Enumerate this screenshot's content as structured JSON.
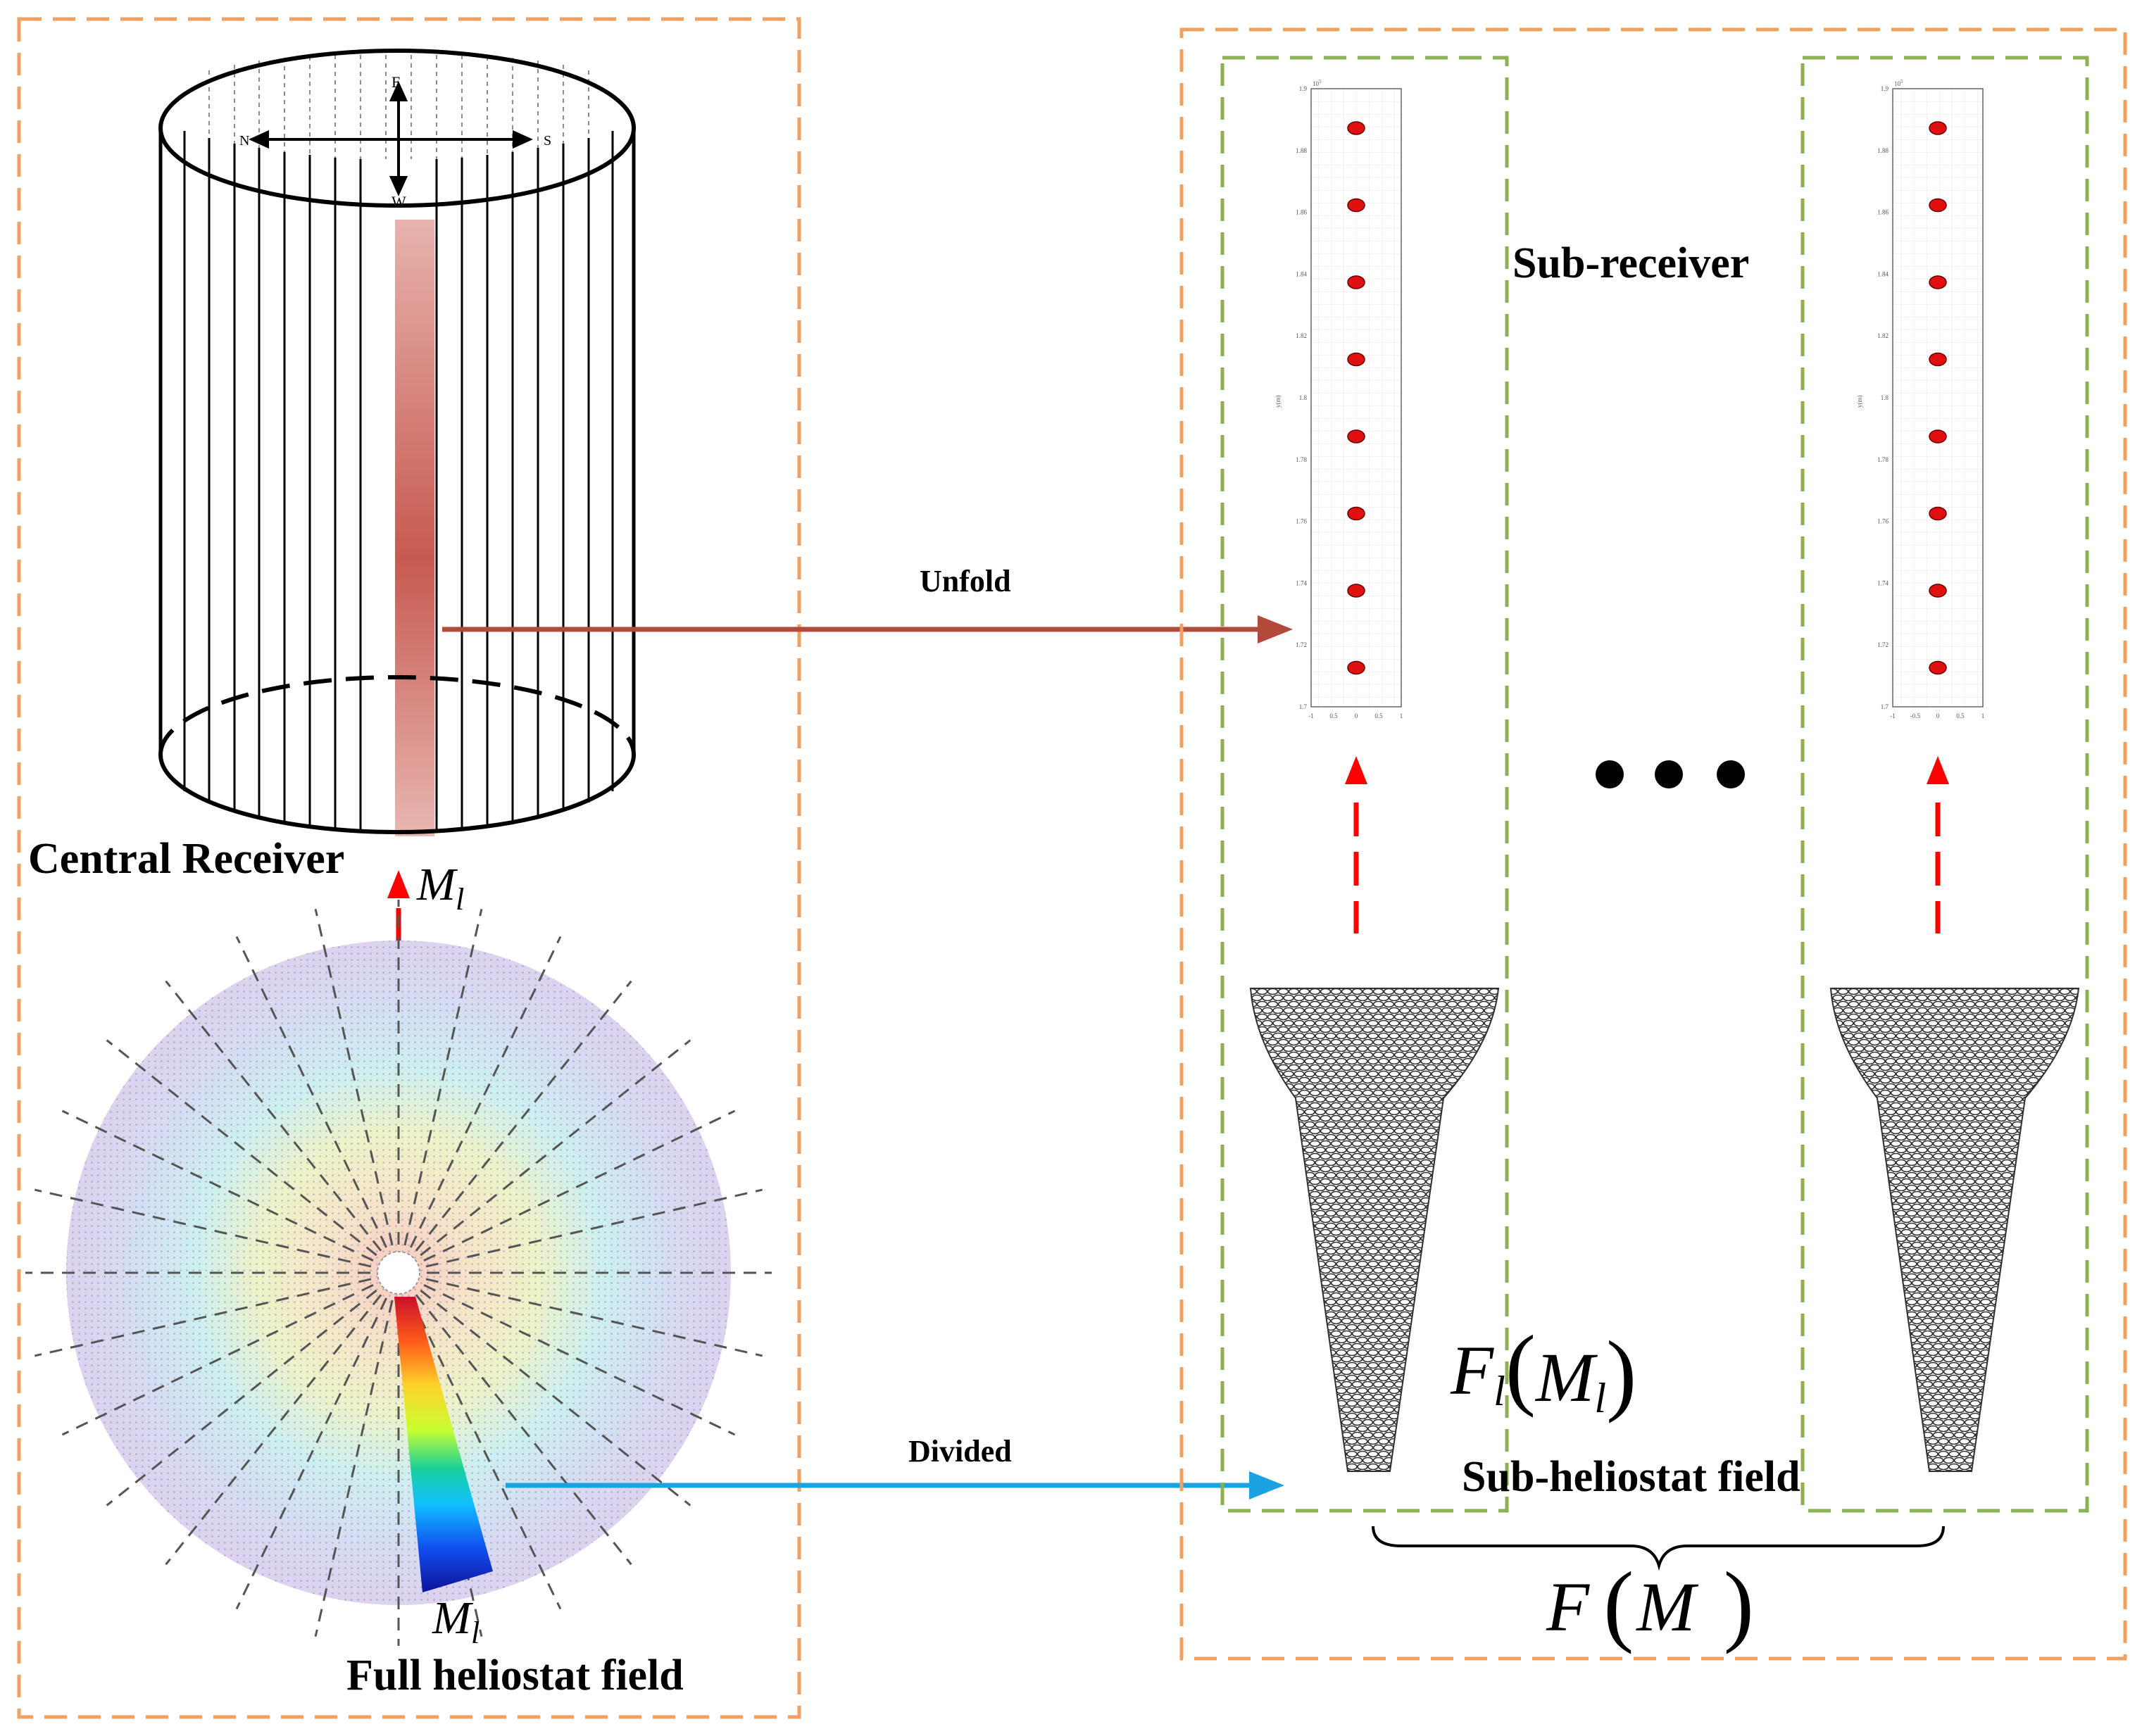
{
  "labels": {
    "central_receiver": "Central Receiver",
    "full_field": "Full heliostat field",
    "sub_receiver": "Sub-receiver",
    "sub_field": "Sub-heliostat field",
    "unfold": "Unfold",
    "divided": "Divided"
  },
  "compass": {
    "n": "N",
    "s": "S",
    "e": "E",
    "w": "W"
  },
  "math": {
    "m_l": "M",
    "sub_l": "l",
    "fl_f": "F",
    "fm_f": "F",
    "fm_m": "M"
  },
  "plot": {
    "exponent": "10",
    "exp_power": "5",
    "ylabel": "y(m)",
    "yticks": [
      "1.9",
      "1.88",
      "1.86",
      "1.84",
      "1.82",
      "1.8",
      "1.78",
      "1.76",
      "1.74",
      "1.72",
      "1.7"
    ],
    "xticks_left": [
      "-1",
      "0.5",
      "0",
      "0.5",
      "1"
    ],
    "xticks_right": [
      "-1",
      "-0.5",
      "0",
      "0.5",
      "1"
    ]
  },
  "colors": {
    "orange_dash": "#f0a060",
    "green_dash": "#8db050",
    "unfold_arrow": "#b24a3a",
    "divided_arrow": "#1aa3e0",
    "red_dash": "#ff0000",
    "dot": "#e01010",
    "strip": "#c65a50"
  }
}
